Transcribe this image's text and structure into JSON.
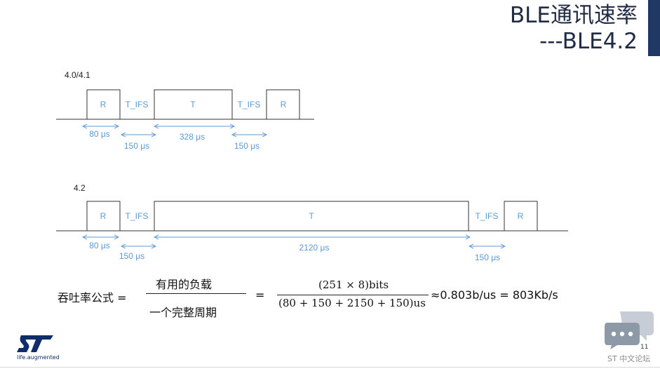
{
  "title": {
    "line1": "BLE通讯速率",
    "line2": "---BLE4.2"
  },
  "colors": {
    "accent": "#203864",
    "dimension": "#5b9bd5",
    "box_text": "#5b9bd5",
    "border": "#333333"
  },
  "diagrams": [
    {
      "version_label": "4.0/4.1",
      "segments": [
        "R",
        "T_IFS",
        "T",
        "T_IFS",
        "R"
      ],
      "dimensions": [
        "80 μs",
        "150 μs",
        "328 μs",
        "150 μs"
      ]
    },
    {
      "version_label": "4.2",
      "segments": [
        "R",
        "T_IFS",
        "T",
        "T_IFS",
        "R"
      ],
      "dimensions": [
        "80 μs",
        "150 μs",
        "2120 μs",
        "150 μs"
      ]
    }
  ],
  "formula": {
    "lhs": "吞吐率公式 =",
    "word_numerator": "有用的负载",
    "word_denominator": "一个完整周期",
    "equals": "=",
    "math_numerator": "(251 × 8)bits",
    "math_denominator": "(80 + 150 + 2150 + 150)us",
    "result": "≈0.803b/us = 803Kb/s"
  },
  "footer": {
    "logo_tagline": "life.augmented",
    "page_number": "11",
    "forum_label": "ST 中文论坛",
    "chat_icon": "chat-bubble-icon"
  }
}
